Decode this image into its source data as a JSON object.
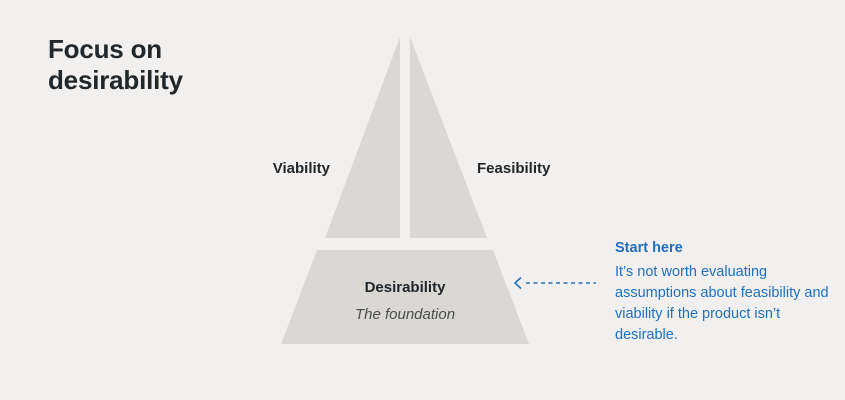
{
  "title": "Focus on desirability",
  "pyramid": {
    "left_label": "Viability",
    "right_label": "Feasibility",
    "base_label": "Desirability",
    "base_sublabel": "The foundation"
  },
  "annotation": {
    "heading": "Start here",
    "body": "It’s not worth evaluating assumptions about feasibility and viability if the product isn’t desirable."
  },
  "colors": {
    "background": "#f1f0ee",
    "shape_fill": "#d9d8d5",
    "heading_text": "#21272a",
    "accent_blue": "#1f70c1"
  }
}
